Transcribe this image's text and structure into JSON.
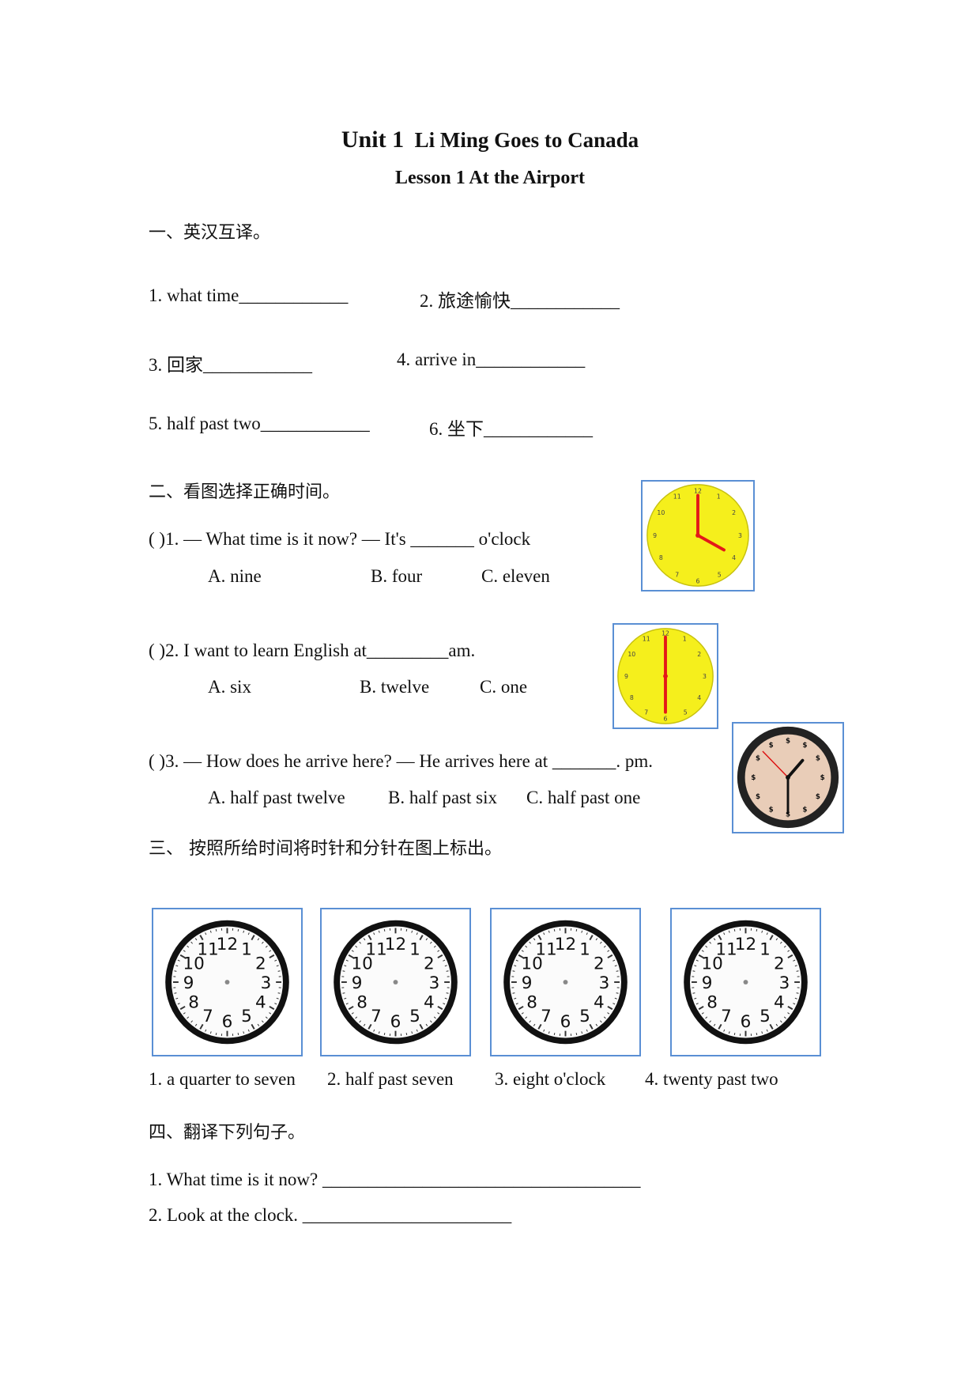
{
  "header": {
    "unit_label": "Unit 1",
    "unit_title": "Li Ming Goes to Canada",
    "lesson": "Lesson 1  At the Airport"
  },
  "section1": {
    "heading": "一、英汉互译。",
    "items": [
      "1. what time____________",
      "2. 旅途愉快____________",
      "3. 回家____________",
      "4. arrive in____________",
      "5. half past two____________",
      "6. 坐下____________"
    ]
  },
  "section2": {
    "heading": "二、看图选择正确时间。",
    "questions": [
      {
        "stem": "(     )1. — What time is it now?    — It's _______ o'clock",
        "options": [
          "A. nine",
          "B. four",
          "C. eleven"
        ]
      },
      {
        "stem": "(     )2. I want to learn English at_________am.",
        "options": [
          "A. six",
          "B. twelve",
          "C. one"
        ]
      },
      {
        "stem": "(     )3. — How does he arrive here?    — He arrives here at  _______. pm.",
        "options": [
          "A. half past twelve",
          "B. half past six",
          "C. half past one"
        ]
      }
    ]
  },
  "section3": {
    "heading": "三、 按照所给时间将时针和分针在图上标出。",
    "clock_numerals": [
      "12",
      "1",
      "2",
      "3",
      "4",
      "5",
      "6",
      "7",
      "8",
      "9",
      "10",
      "11"
    ],
    "labels": [
      "1. a quarter to seven",
      "2. half past seven",
      "3. eight o'clock",
      "4. twenty past two"
    ]
  },
  "section4": {
    "heading": "四、翻译下列句子。",
    "items": [
      "1. What time is it now? ___________________________________",
      "2. Look at the clock. _______________________"
    ]
  },
  "colors": {
    "yellow_face": "#f5ef1c",
    "red_hand": "#e41818",
    "frame_border": "#5a8fd4",
    "beige_face": "#e9cdb8"
  }
}
